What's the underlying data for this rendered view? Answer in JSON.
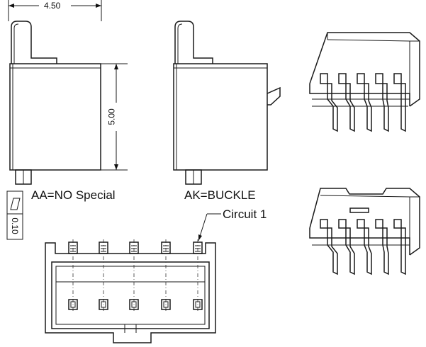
{
  "dimensions": {
    "width": "4.50",
    "height": "5.00",
    "flatness_tolerance": "0.10"
  },
  "labels": {
    "variant_aa": "AA=NO Special",
    "variant_ak": "AK=BUCKLE",
    "circuit_marker": "Circuit 1"
  },
  "views": [
    "side-view-aa",
    "side-view-ak",
    "top-view",
    "isometric-view-top",
    "isometric-view-bottom"
  ],
  "circuit_count": 5
}
